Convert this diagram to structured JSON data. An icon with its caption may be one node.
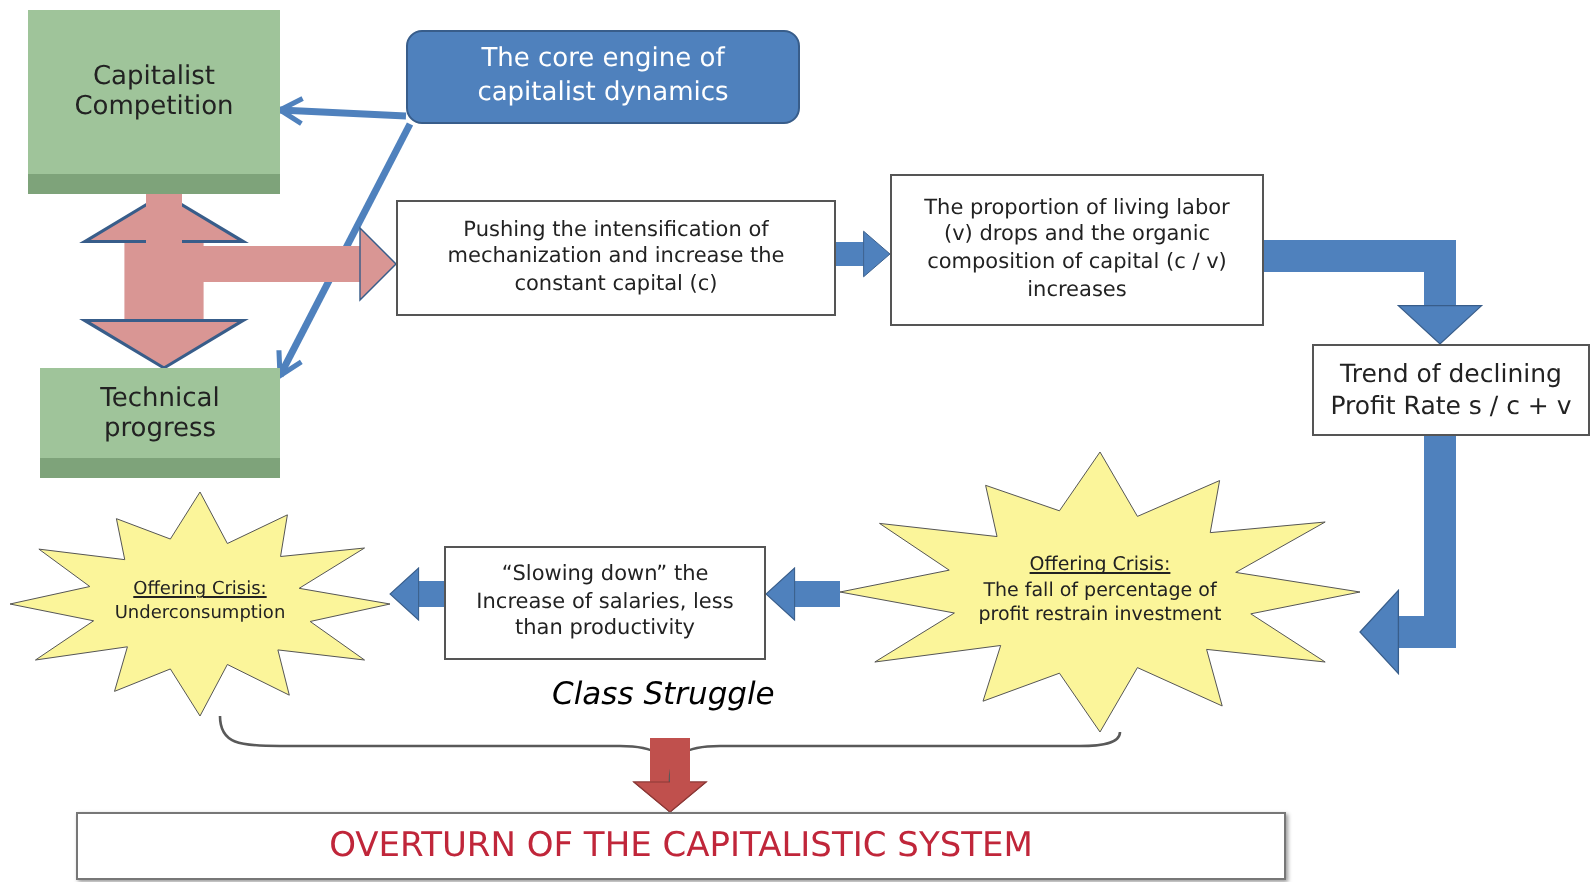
{
  "diagram": {
    "nodes": [
      {
        "text": [
          "Capitalist Competition"
        ]
      },
      {
        "text": [
          "The core engine of capitalist dynamics"
        ]
      },
      {
        "text": [
          "Technical progress"
        ]
      },
      {
        "text": [
          "Pushing the intensification of mechanization and increase the constant capital (c)"
        ]
      },
      {
        "text": [
          "The proportion of living labor (v) drops and the organic composition of capital (c / v) increases"
        ]
      },
      {
        "text": [
          "Trend of declining Profit Rate s / c + v"
        ]
      },
      {
        "text": [
          "Offering Crisis:",
          "The fall of percentage of profit restrain investment"
        ]
      },
      {
        "text": [
          "“Slowing down” the Increase of salaries, less than productivity"
        ]
      },
      {
        "text": [
          "Offering Crisis:",
          "Underconsumption"
        ]
      },
      {
        "text": [
          "OVERTURN OF THE CAPITALISTIC SYSTEM"
        ]
      }
    ],
    "edges": [
      {
        "from": 1,
        "to": 0,
        "arrow": "to"
      },
      {
        "from": 1,
        "to": 2,
        "arrow": "to"
      },
      {
        "from": 0,
        "to": 2,
        "arrow": "both",
        "style": "thick",
        "color": "#d99694"
      },
      {
        "from": 0,
        "to": 3,
        "arrow": "to",
        "color": "#d99694"
      },
      {
        "from": 3,
        "to": 4,
        "arrow": "to"
      },
      {
        "from": 4,
        "to": 5,
        "arrow": "to"
      },
      {
        "from": 5,
        "to": 6,
        "arrow": "to"
      },
      {
        "from": 6,
        "to": 7,
        "arrow": "to"
      },
      {
        "from": 7,
        "to": 8,
        "arrow": "to"
      },
      {
        "from": 8,
        "to": 9,
        "arrow": "to",
        "color": "#595959"
      },
      {
        "from": 6,
        "to": 9,
        "arrow": "to",
        "color": "#595959"
      }
    ],
    "labels": [
      "Class Struggle"
    ]
  }
}
